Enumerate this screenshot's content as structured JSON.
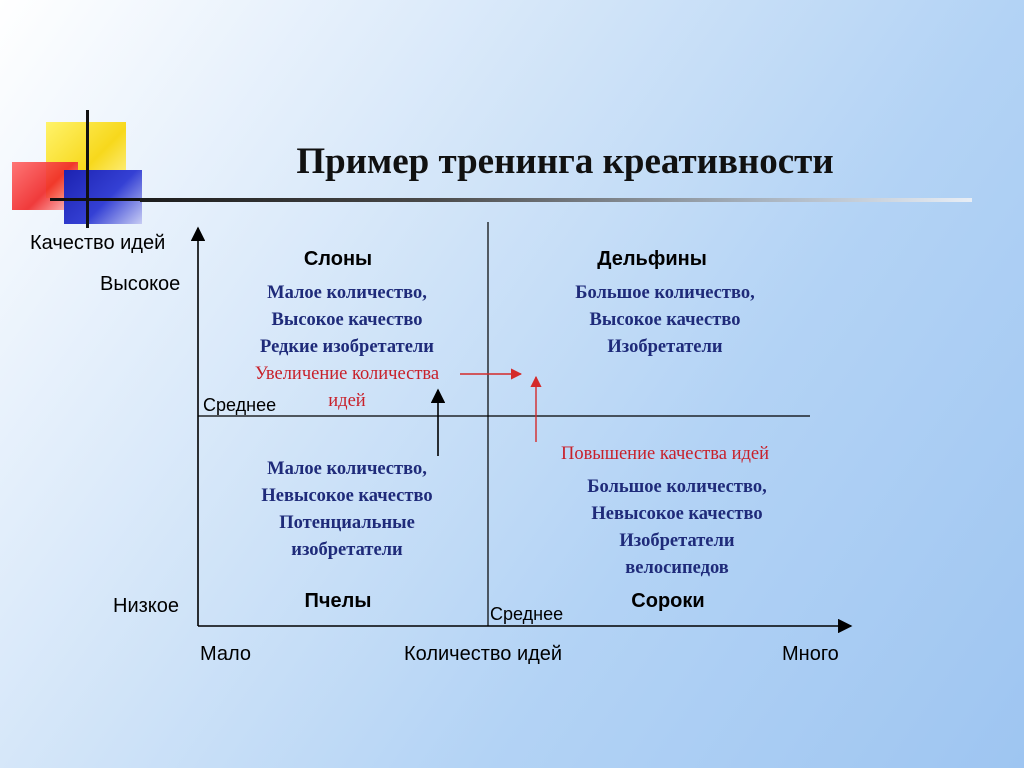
{
  "slide": {
    "title": "Пример тренинга креативности"
  },
  "axes": {
    "y_title": "Качество идей",
    "y_high": "Высокое",
    "y_low": "Низкое",
    "y_mid": "Среднее",
    "x_title": "Количество идей",
    "x_low": "Мало",
    "x_high": "Много",
    "x_mid": "Среднее"
  },
  "quadrants": {
    "top_left": {
      "name": "Слоны",
      "lines": [
        "Малое количество,",
        "Высокое качество",
        "Редкие изобретатели"
      ]
    },
    "top_right": {
      "name": "Дельфины",
      "lines": [
        "Большое количество,",
        "Высокое качество",
        "Изобретатели"
      ]
    },
    "bottom_left": {
      "name": "Пчелы",
      "lines": [
        "Малое количество,",
        "Невысокое качество",
        "Потенциальные",
        "изобретатели"
      ]
    },
    "bottom_right": {
      "name": "Сороки",
      "lines": [
        "Большое количество,",
        "Невысокое качество",
        "Изобретатели",
        "велосипедов"
      ]
    }
  },
  "transitions": {
    "increase_quantity": [
      "Увеличение количества",
      "идей"
    ],
    "increase_quality": "Повышение качества идей"
  },
  "colors": {
    "quadrant_text": "#1f2b7a",
    "transition_text": "#c8202a",
    "logo_yellow": "#f7d81c",
    "logo_red": "#f02a2a",
    "logo_blue": "#2832c8"
  }
}
